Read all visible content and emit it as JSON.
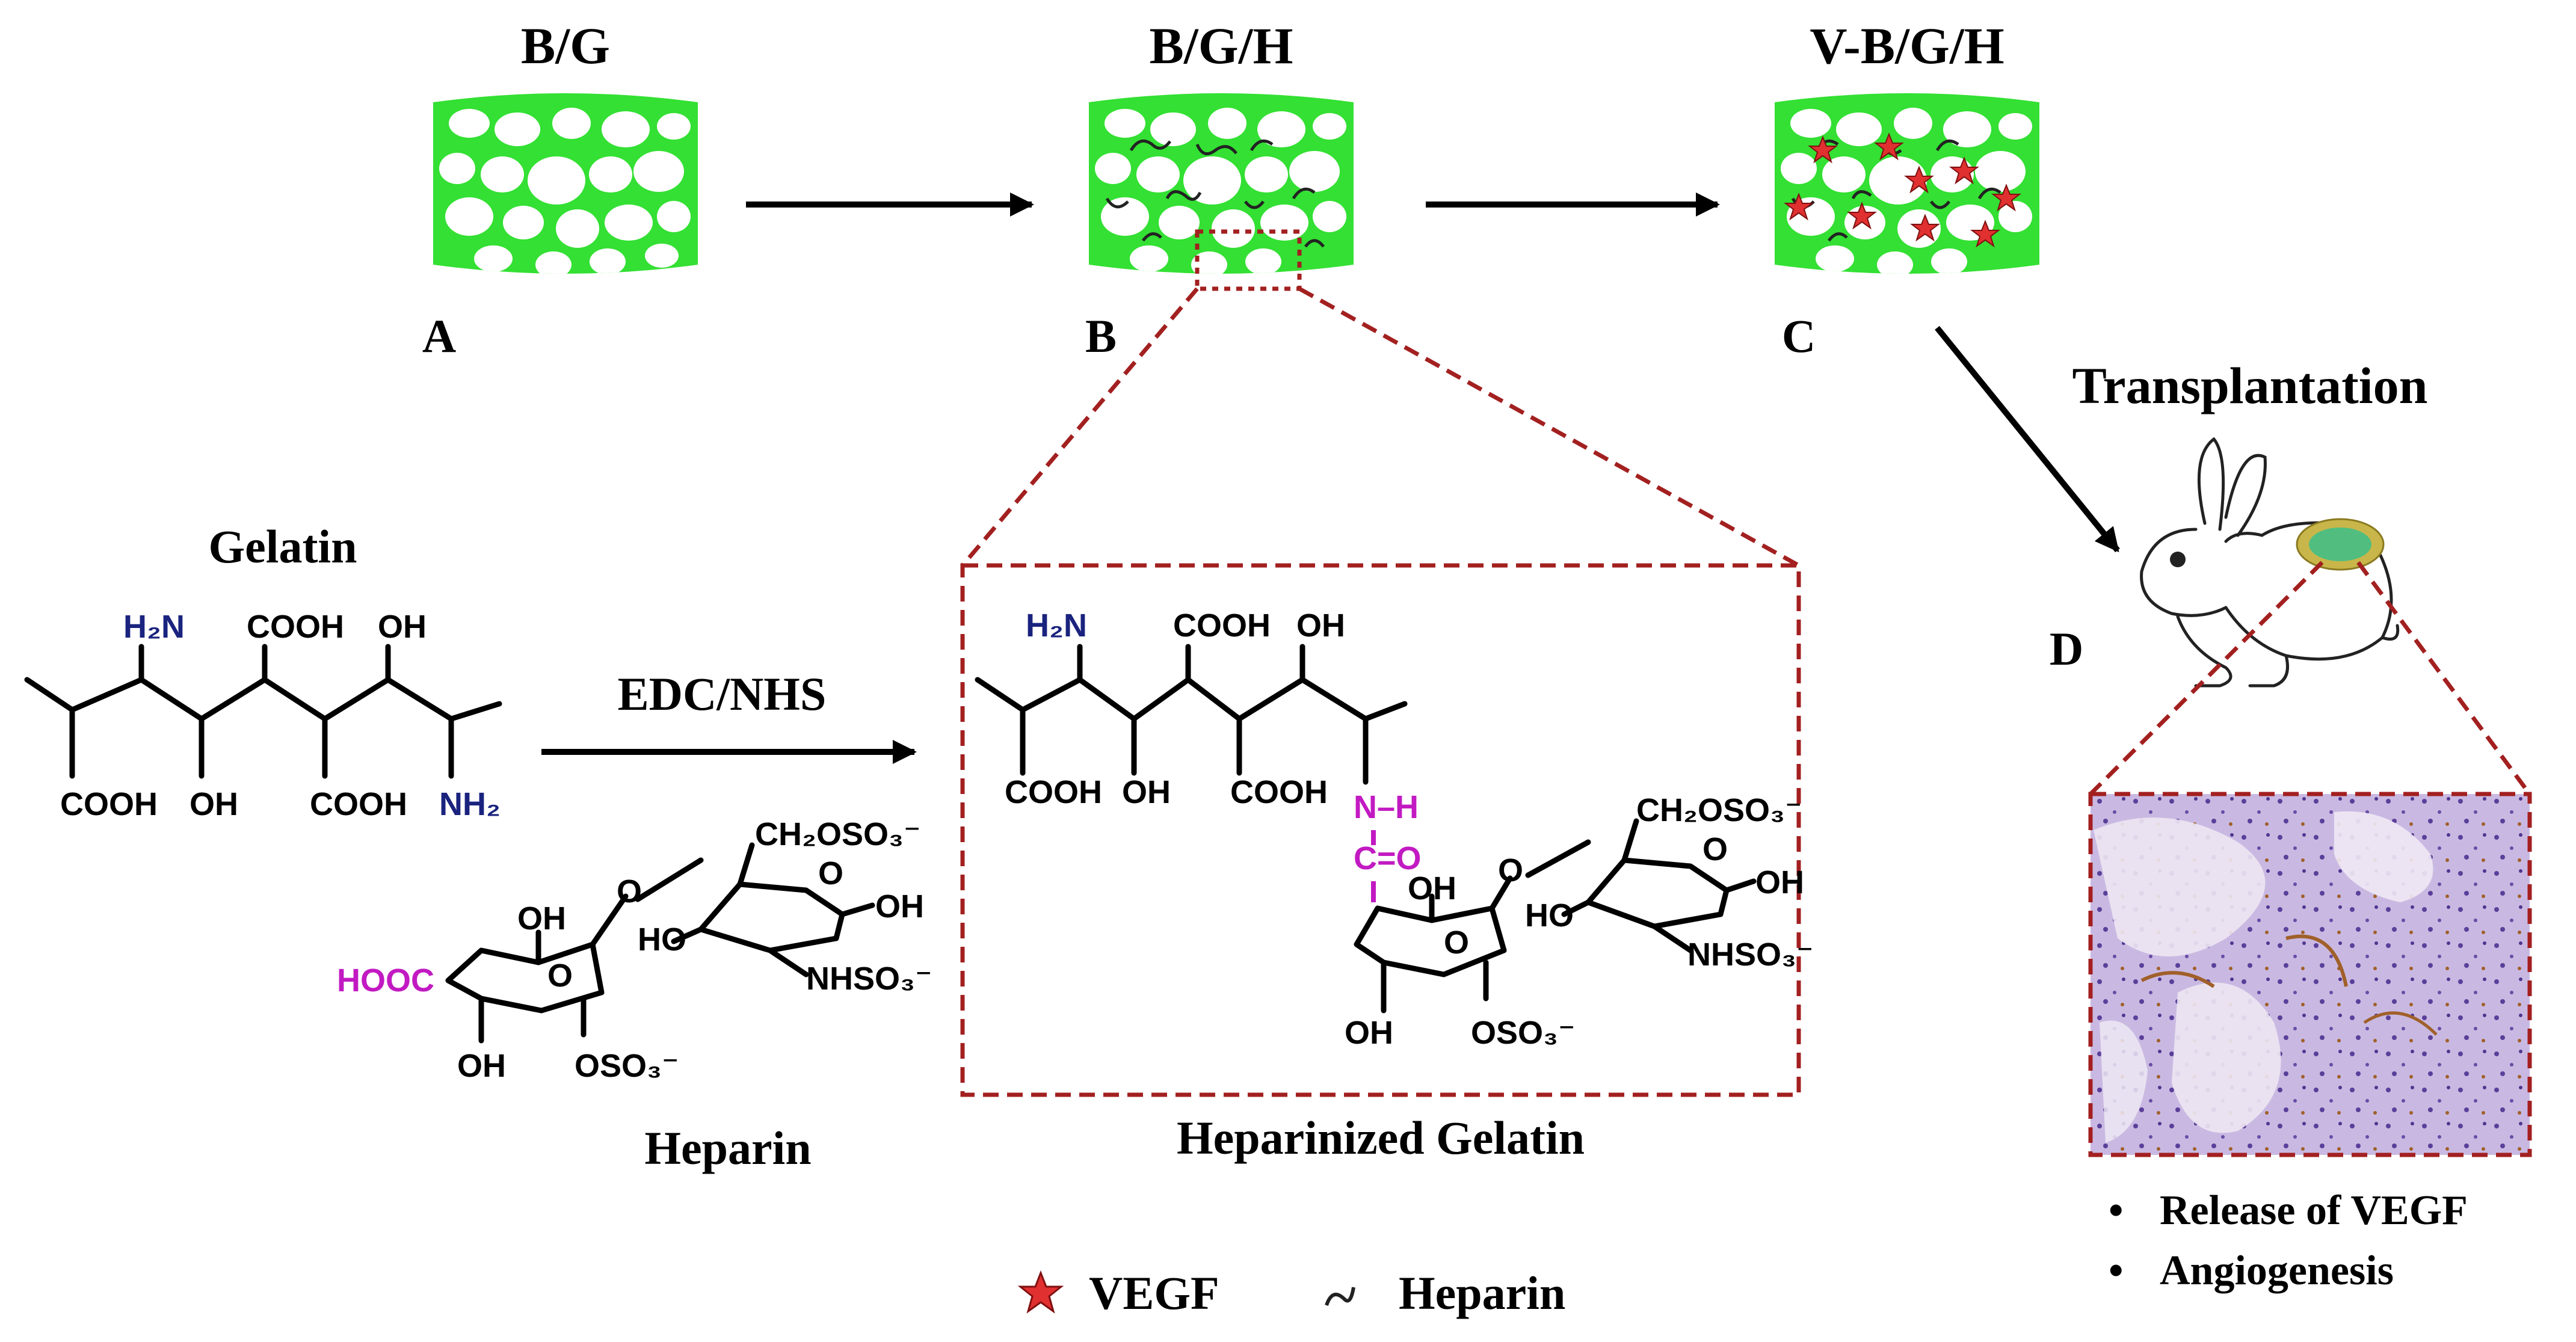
{
  "scaffolds": [
    {
      "title": "B/G",
      "letter": "A"
    },
    {
      "title": "B/G/H",
      "letter": "B"
    },
    {
      "title": "V-B/G/H",
      "letter": "C"
    }
  ],
  "transplant": {
    "title": "Transplantation",
    "letter": "D"
  },
  "reaction": {
    "reagent": "EDC/NHS",
    "gelatin_label": "Gelatin",
    "heparin_label": "Heparin",
    "product_label": "Heparinized Gelatin"
  },
  "groups": {
    "h2n": "H₂N",
    "cooh": "COOH",
    "oh": "OH",
    "nh2": "NH₂",
    "hooc": "HOOC",
    "ch2oso3": "CH₂OSO₃⁻",
    "nhso3": "NHSO₃⁻",
    "oso3": "OSO₃⁻",
    "ring_o": "O",
    "nh": "N–H",
    "co": "C=O",
    "ho": "HO"
  },
  "outcomes": [
    "Release of VEGF",
    "Angiogenesis"
  ],
  "legend": {
    "vegf": "VEGF",
    "heparin": "Heparin"
  },
  "colors": {
    "scaffold": "#33e033",
    "pore": "#ffffff",
    "vegf": "#e03030",
    "zoom": "#a32020",
    "amine": "#1a237e",
    "linker": "#c21ac2",
    "tissue": "#b8a4d6"
  }
}
